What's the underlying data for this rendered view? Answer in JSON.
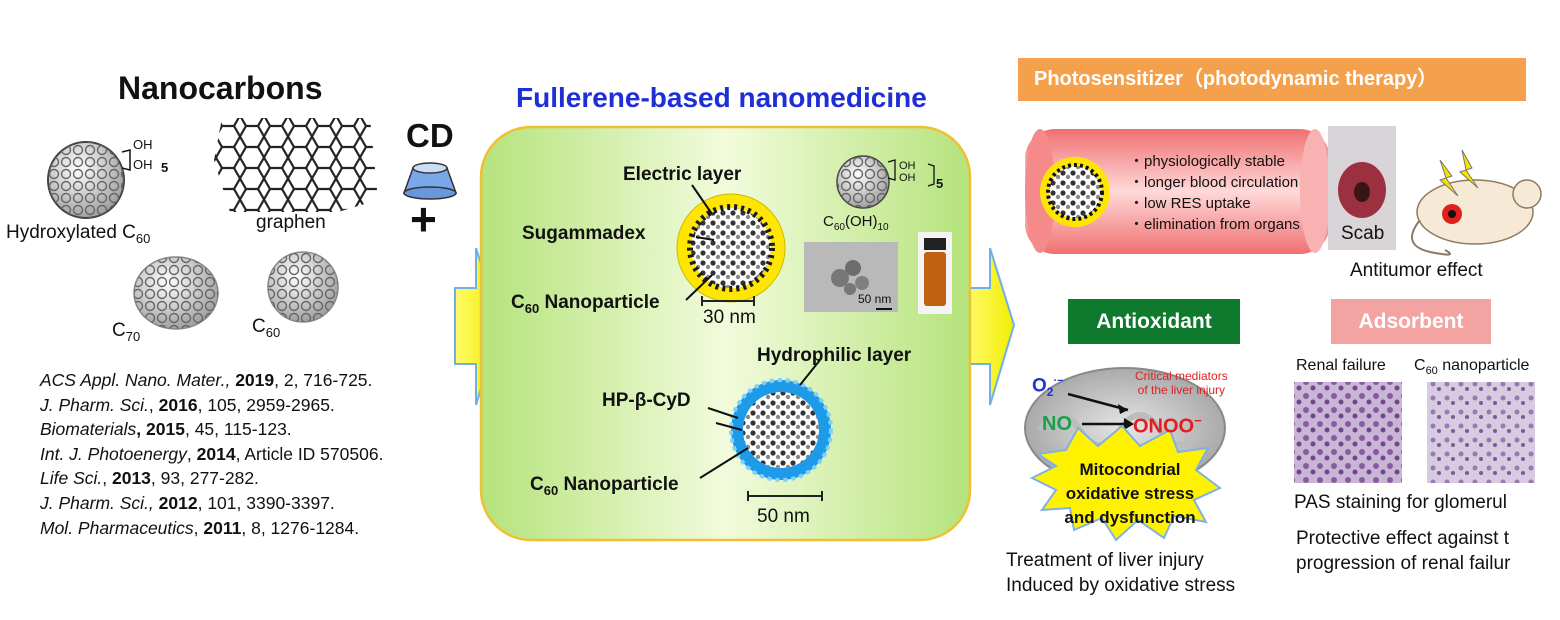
{
  "nanocarbons": {
    "title": "Nanocarbons",
    "hydroxylated_label": "Hydroxylated C",
    "hydroxylated_sub": "60",
    "oh": "OH",
    "oh_count": "5",
    "graphen_label": "graphen",
    "c70_label": "C",
    "c70_sub": "70",
    "c60_label": "C",
    "c60_sub": "60",
    "cd": "CD",
    "plus": "+"
  },
  "references": [
    {
      "journal": "ACS Appl. Nano. Mater.,",
      "year": "2019",
      "rest": ", 2, 716-725."
    },
    {
      "journal": "J. Pharm. Sci.",
      "year": "2016",
      "rest": ", 105, 2959-2965."
    },
    {
      "journal": "Biomaterials",
      "year": "2015",
      "rest": ", 45, 115-123."
    },
    {
      "journal": "Int. J. Photoenergy",
      "year": "2014",
      "rest": ", Article ID 570506."
    },
    {
      "journal": "Life Sci.",
      "year": "2013",
      "rest": ", 93, 277-282."
    },
    {
      "journal": "J. Pharm. Sci.,",
      "year": "2012",
      "rest": ", 101, 3390-3397."
    },
    {
      "journal": "Mol. Pharmaceutics",
      "year": "2011",
      "rest": ", 8, 1276-1284."
    }
  ],
  "center": {
    "title": "Fullerene-based nanomedicine",
    "electric_layer": "Electric layer",
    "sugammadex": "Sugammadex",
    "nanoparticle_label": "C",
    "nanoparticle_sub": "60",
    "nanoparticle_rest": " Nanoparticle",
    "scale_30": "30 nm",
    "c60oh10_label": "C",
    "c60oh10_sub": "60",
    "c60oh10_rest": "(OH)",
    "c60oh10_sub2": "10",
    "scale_50_tem": "50 nm",
    "hydrophilic_layer": "Hydrophilic layer",
    "hpcyd": "HP-β-CyD",
    "scale_50": "50 nm"
  },
  "photosensitizer": {
    "banner": "Photosensitizer（photodynamic therapy）",
    "bullets": [
      "・physiologically stable",
      "・longer blood circulation",
      "・low RES uptake",
      "・elimination from organs"
    ],
    "scab": "Scab",
    "antitumor": "Antitumor effect"
  },
  "antioxidant": {
    "banner": "Antioxidant",
    "critical_line1": "Critical mediators",
    "critical_line2": "of the liver injury",
    "o2": "O",
    "o2_sub": "2",
    "o2_sup": "·−",
    "no": "NO",
    "onoo": "ONOO",
    "onoo_sup": "−",
    "burst_line1": "Mitocondrial",
    "burst_line2": "oxidative stress",
    "burst_line3": "and dysfunction",
    "caption_line1": "Treatment of liver injury",
    "caption_line2": "Induced by oxidative stress"
  },
  "adsorbent": {
    "banner": "Adsorbent",
    "renal_failure": "Renal failure",
    "c60np_label": "C",
    "c60np_sub": "60",
    "c60np_rest": " nanoparticle",
    "pas": "PAS staining for glomerul",
    "protective_line1": "Protective effect against t",
    "protective_line2": "progression of renal failur"
  },
  "colors": {
    "blue_title": "#1f2fd6",
    "orange_banner": "#f5a04a",
    "green_banner": "#0f7a2d",
    "pink_banner": "#f4a3a3",
    "red_text": "#e02020",
    "green_text": "#1aa048",
    "o2_blue": "#2233dd"
  }
}
